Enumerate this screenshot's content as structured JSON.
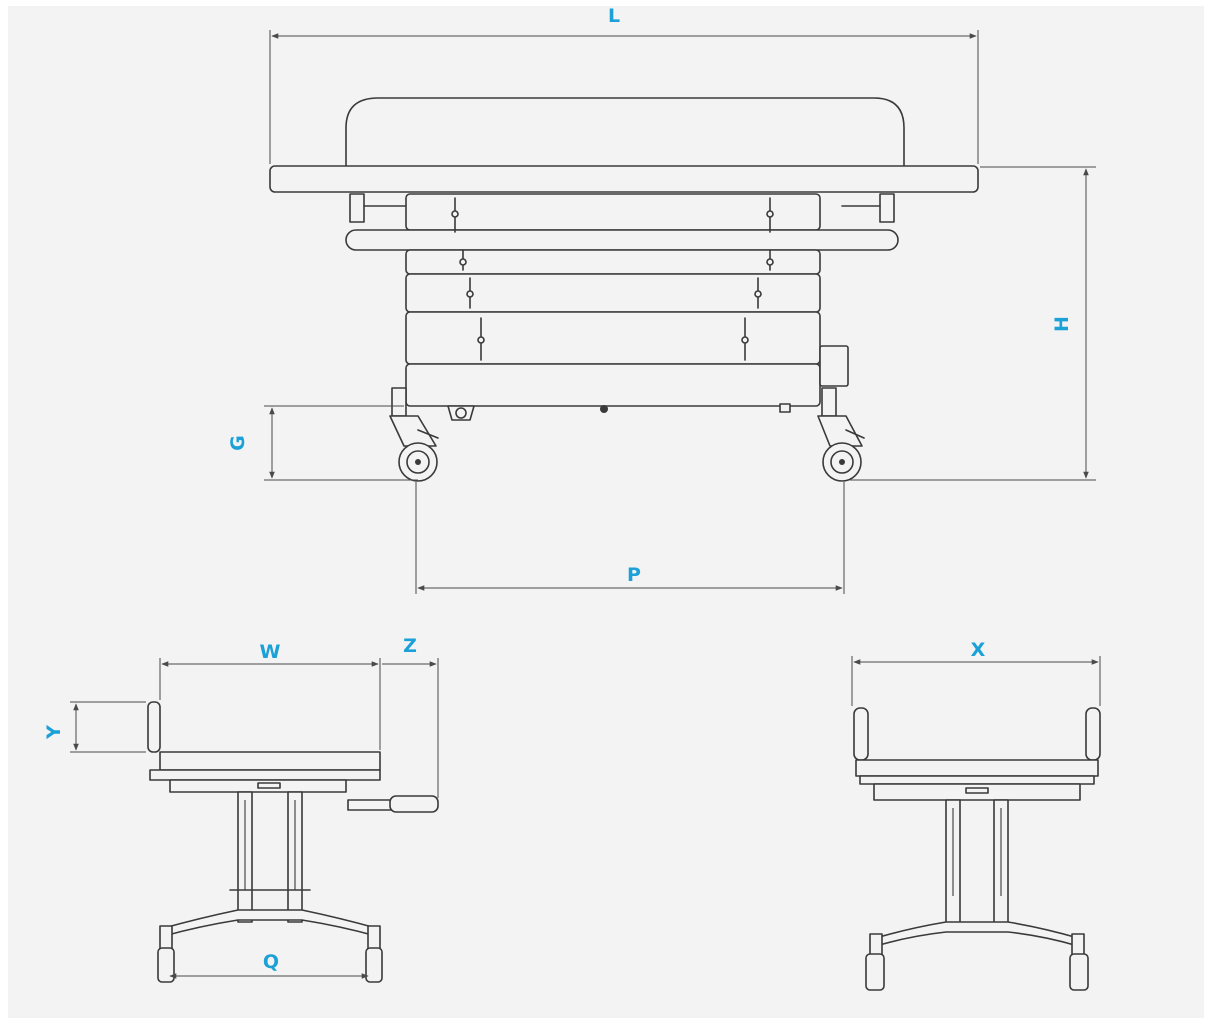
{
  "dimensions": {
    "L": "L",
    "H": "H",
    "G": "G",
    "P": "P",
    "W": "W",
    "Z": "Z",
    "Y": "Y",
    "Q": "Q",
    "X": "X"
  },
  "colors": {
    "label": "#1ba1d8",
    "line": "#3a3a3a",
    "background": "#f3f3f3"
  }
}
